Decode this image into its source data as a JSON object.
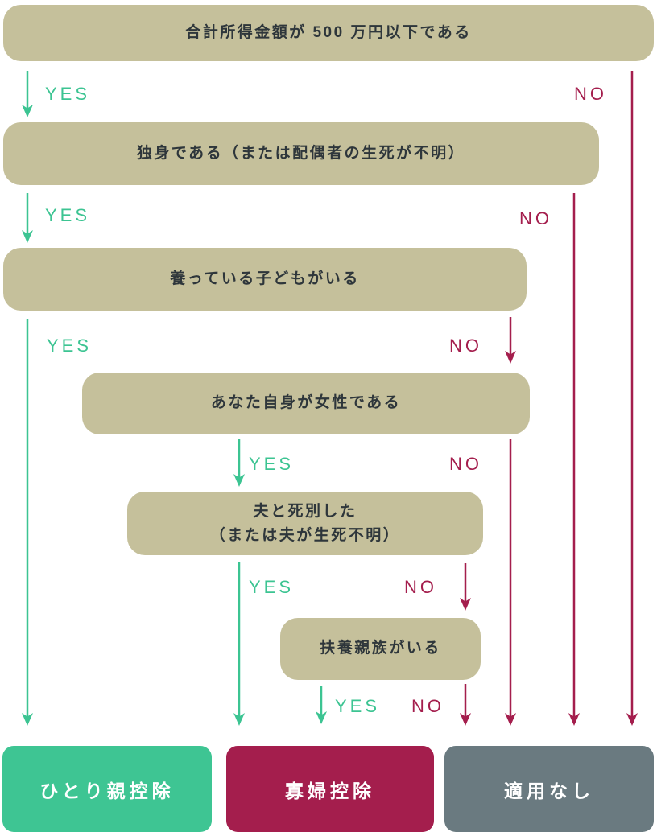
{
  "labels": {
    "yes": "YES",
    "no": "NO"
  },
  "nodes": [
    {
      "id": "q1",
      "label": "合計所得金額が 500 万円以下である"
    },
    {
      "id": "q2",
      "label": "独身である（または配偶者の生死が不明）"
    },
    {
      "id": "q3",
      "label": "養っている子どもがいる"
    },
    {
      "id": "q4",
      "label": "あなた自身が女性である"
    },
    {
      "id": "q5",
      "label": "夫と死別した\n（または夫が生死不明）"
    },
    {
      "id": "q6",
      "label": "扶養親族がいる"
    }
  ],
  "results": [
    {
      "id": "single-parent-deduction",
      "label": "ひとり親控除",
      "color": "#3ec593"
    },
    {
      "id": "widow-deduction",
      "label": "寡婦控除",
      "color": "#a41e4d"
    },
    {
      "id": "not-applicable",
      "label": "適用なし",
      "color": "#6a7a80"
    }
  ],
  "colors": {
    "question_box": "#c5c09b",
    "yes_accent": "#3cc492",
    "no_accent": "#a41e4d",
    "result_green": "#3ec593",
    "result_crimson": "#a41e4d",
    "result_slate": "#6a7a80",
    "box_text": "#2e363b",
    "result_text": "#ffffff",
    "background": "#ffffff"
  }
}
